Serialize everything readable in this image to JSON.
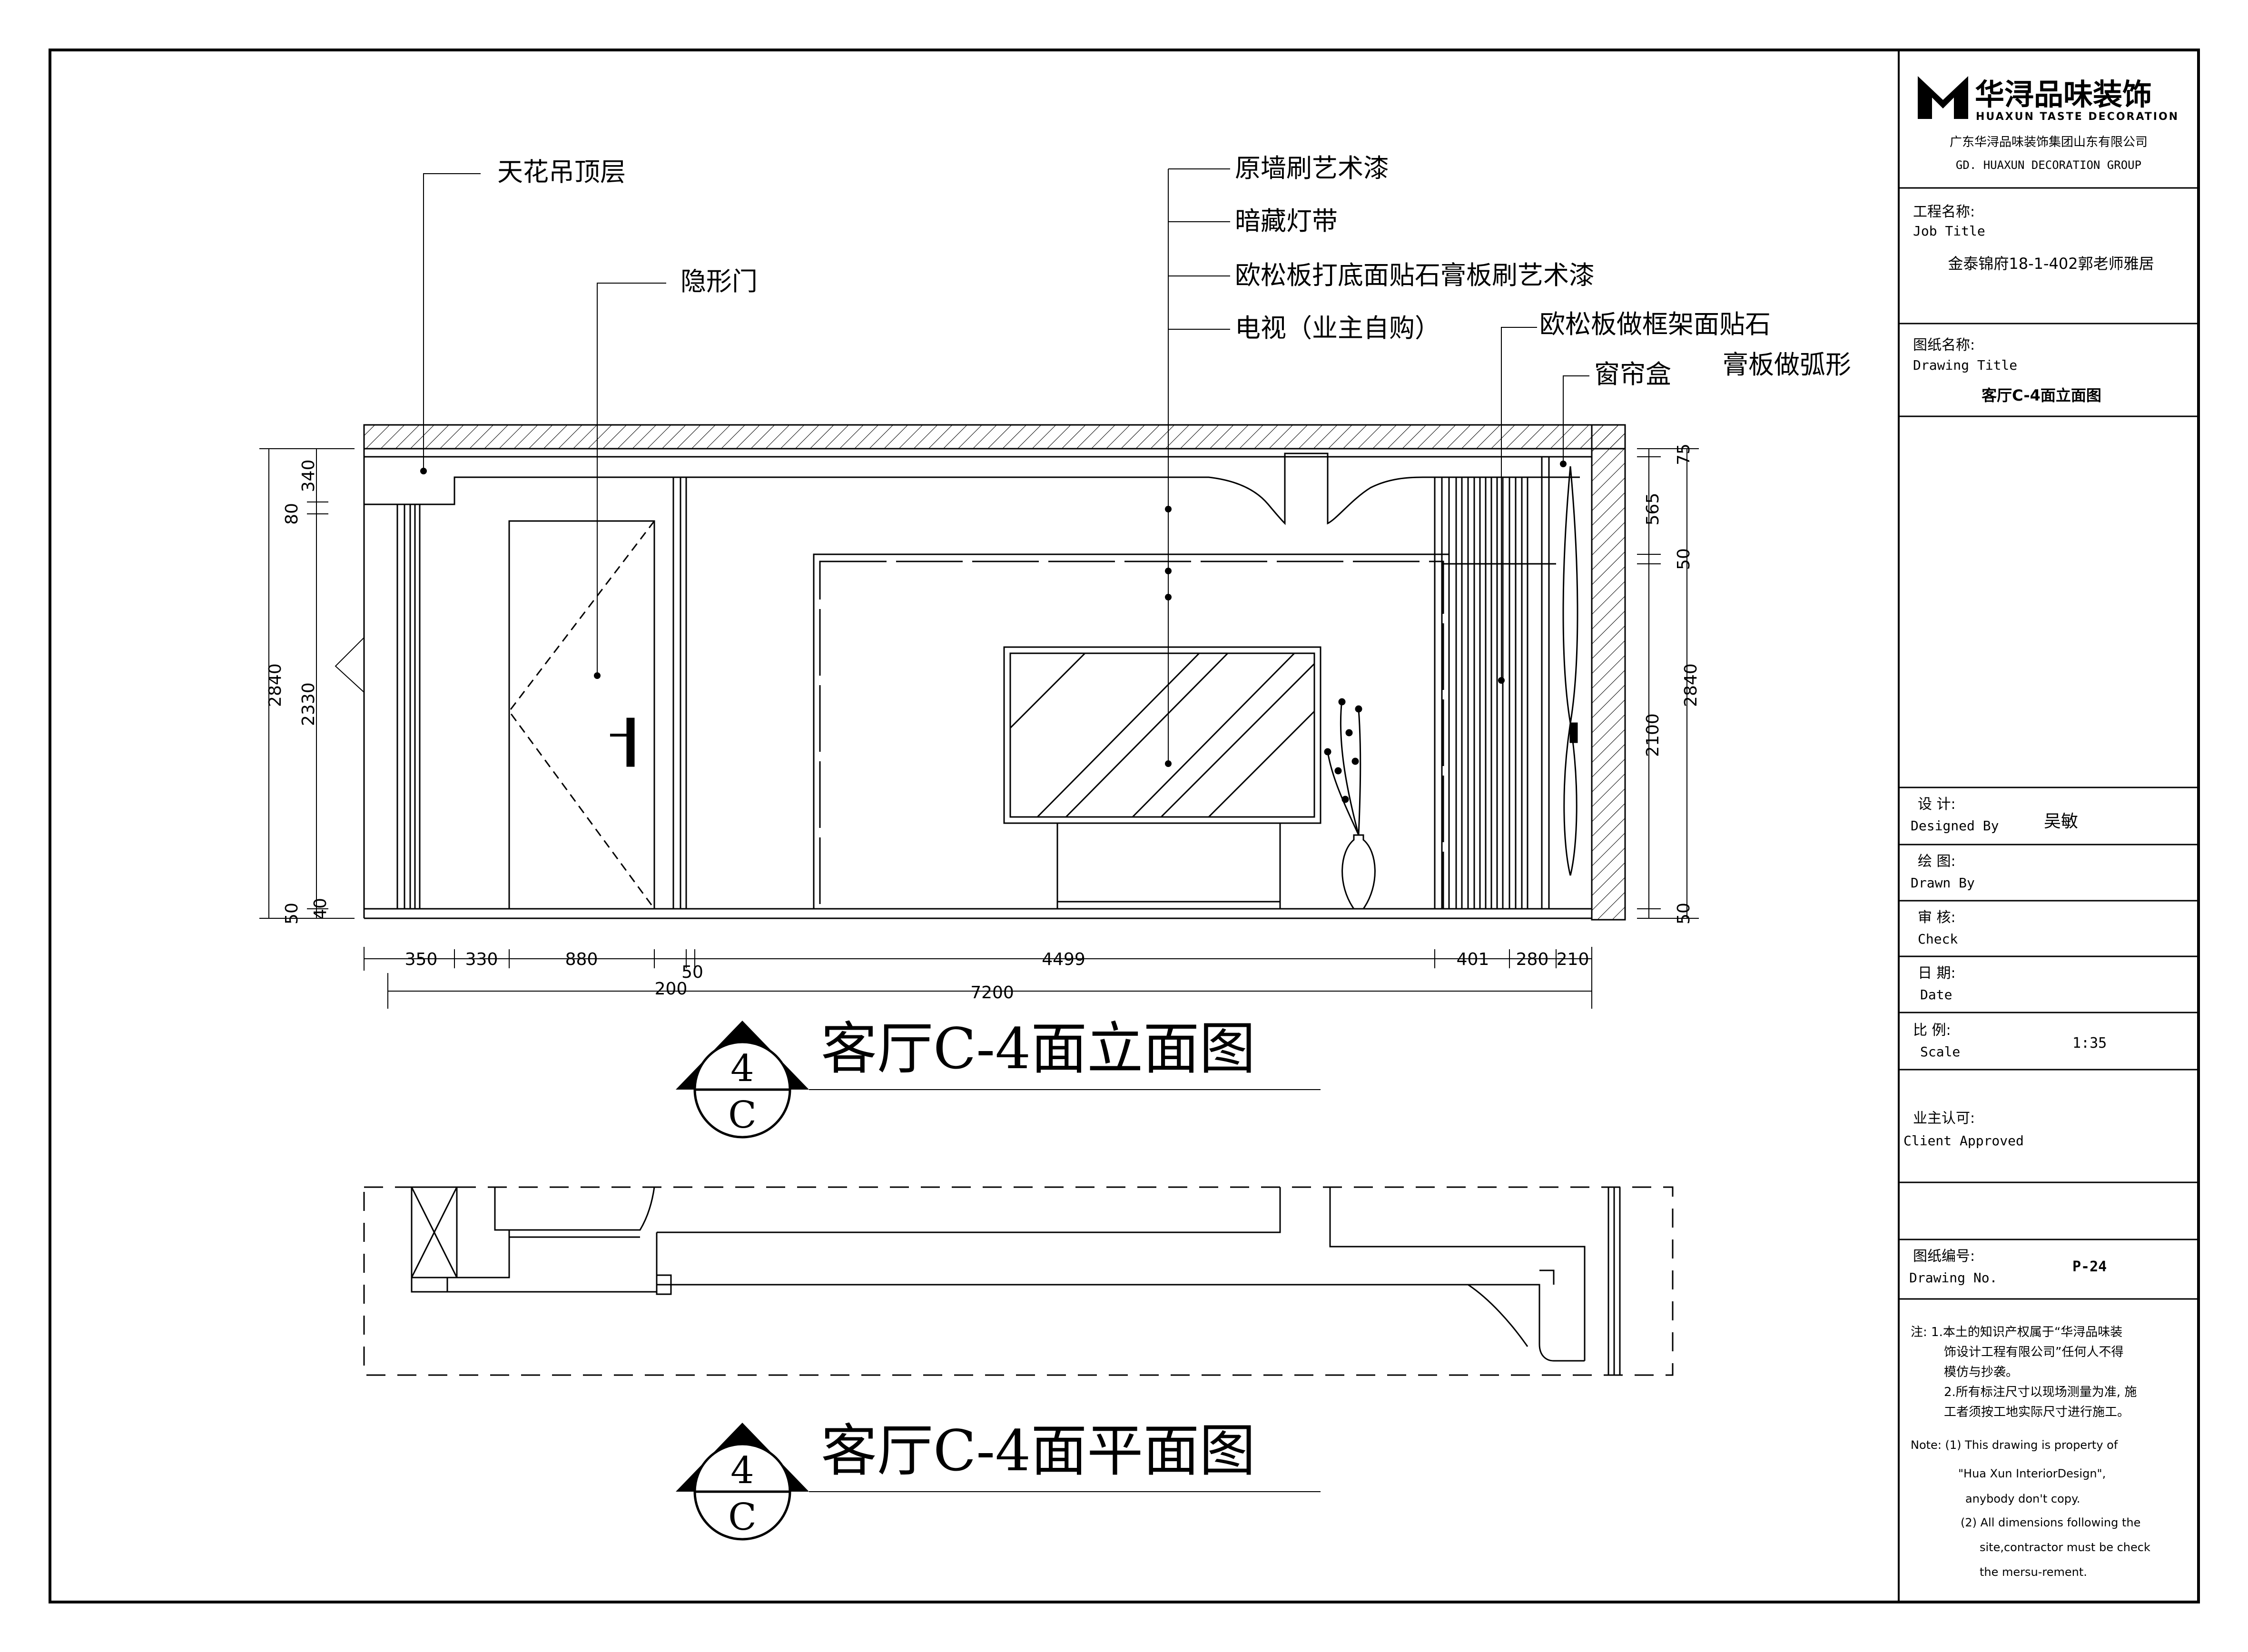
{
  "title_block": {
    "company_logo_text": "华浔品味装饰",
    "company_logo_sub": "HUAXUN TASTE DECORATION",
    "company_cn": "广东华浔品味装饰集团山东有限公司",
    "company_en": "GD. HUAXUN  DECORATION  GROUP",
    "job_title_cn": "工程名称:",
    "job_title_en": "Job Title",
    "job_title_value": "金泰锦府18-1-402郭老师雅居",
    "drawing_title_cn": "图纸名称:",
    "drawing_title_en": "Drawing Title",
    "drawing_title_value": "客厅C-4面立面图",
    "designed_cn": "设  计:",
    "designed_en": "Designed By",
    "designed_value": "吴敏",
    "drawn_cn": "绘  图:",
    "drawn_en": "Drawn By",
    "check_cn": "审  核:",
    "check_en": "Check",
    "date_cn": "日  期:",
    "date_en": "Date",
    "scale_cn": "比  例:",
    "scale_en": "Scale",
    "scale_value": "1:35",
    "client_cn": "业主认可:",
    "client_en": "Client Approved",
    "drawing_no_cn": "图纸编号:",
    "drawing_no_en": "Drawing No.",
    "drawing_no_value": "P-24",
    "notes_cn": [
      "注: 1.本土的知识产权属于“华浔品味装",
      "饰设计工程有限公司”任何人不得",
      "模仿与抄袭。",
      "2.所有标注尺寸以现场测量为准, 施",
      "工者须按工地实际尺寸进行施工。"
    ],
    "notes_en": [
      "Note:  (1) This drawing is property of",
      "\"Hua Xun InteriorDesign\",",
      "anybody don't copy.",
      "(2) All dimensions following the",
      "site,contractor must be check",
      "the mersu-rement."
    ]
  },
  "elevation": {
    "title": "客厅C-4面立面图",
    "symbol_top": "4",
    "symbol_bottom": "C",
    "labels": {
      "ceiling": "天花吊顶层",
      "hidden_door": "隐形门",
      "wall_paint": "原墙刷艺术漆",
      "led_strip": "暗藏灯带",
      "osb_gypsum": "欧松板打底面贴石膏板刷艺术漆",
      "tv": "电视（业主自购）",
      "osb_frame_1": "欧松板做框架面贴石",
      "osb_frame_2": "膏板做弧形",
      "curtain_box": "窗帘盒"
    },
    "dims_bottom": [
      "350",
      "330",
      "880",
      "4499",
      "401",
      "280",
      "210"
    ],
    "dims_bottom_small": [
      "200",
      "50"
    ],
    "dim_total": "7200",
    "dims_left_outer": [
      "340",
      "80",
      "2840",
      "2330",
      "50",
      "40"
    ],
    "dims_right": [
      "75",
      "565",
      "50",
      "2840",
      "2100",
      "50"
    ]
  },
  "plan": {
    "title": "客厅C-4面平面图",
    "symbol_top": "4",
    "symbol_bottom": "C"
  }
}
